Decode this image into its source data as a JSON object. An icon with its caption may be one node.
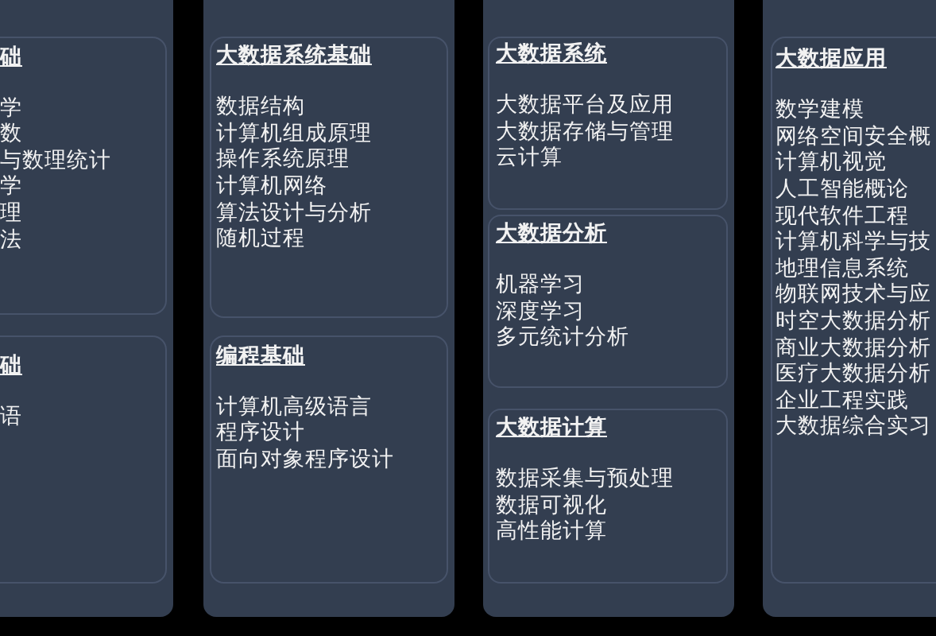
{
  "diagram": {
    "nodes": [
      {
        "text": [],
        "shape": "box"
      },
      {
        "text": [
          "础",
          "学",
          "数",
          "与数理统计",
          "学",
          "理",
          "法"
        ],
        "in": 0
      },
      {
        "text": [
          "础",
          "语"
        ],
        "in": 0
      },
      {
        "text": [],
        "shape": "box"
      },
      {
        "text": [
          "大数据系统基础",
          "数据结构",
          "计算机组成原理",
          "操作系统原理",
          "计算机网络",
          "算法设计与分析",
          "随机过程"
        ],
        "in": 3
      },
      {
        "text": [
          "编程基础",
          "计算机高级语言",
          "程序设计",
          "面向对象程序设计"
        ],
        "in": 3
      },
      {
        "text": [],
        "shape": "box"
      },
      {
        "text": [
          "大数据系统",
          "大数据平台及应用",
          "大数据存储与管理",
          "云计算"
        ],
        "in": 6
      },
      {
        "text": [
          "大数据分析",
          "机器学习",
          "深度学习",
          "多元统计分析"
        ],
        "in": 6
      },
      {
        "text": [
          "大数据计算",
          "数据采集与预处理",
          "数据可视化",
          "高性能计算"
        ],
        "in": 6
      },
      {
        "text": [],
        "shape": "box"
      },
      {
        "text": [
          "大数据应用",
          "数学建模",
          "网络空间安全概",
          "计算机视觉",
          "人工智能概论",
          "现代软件工程",
          "计算机科学与技",
          "地理信息系统",
          "物联网技术与应",
          "时空大数据分析",
          "商业大数据分析",
          "医疗大数据分析",
          "企业工程实践",
          "大数据综合实习"
        ],
        "in": 10
      }
    ]
  }
}
